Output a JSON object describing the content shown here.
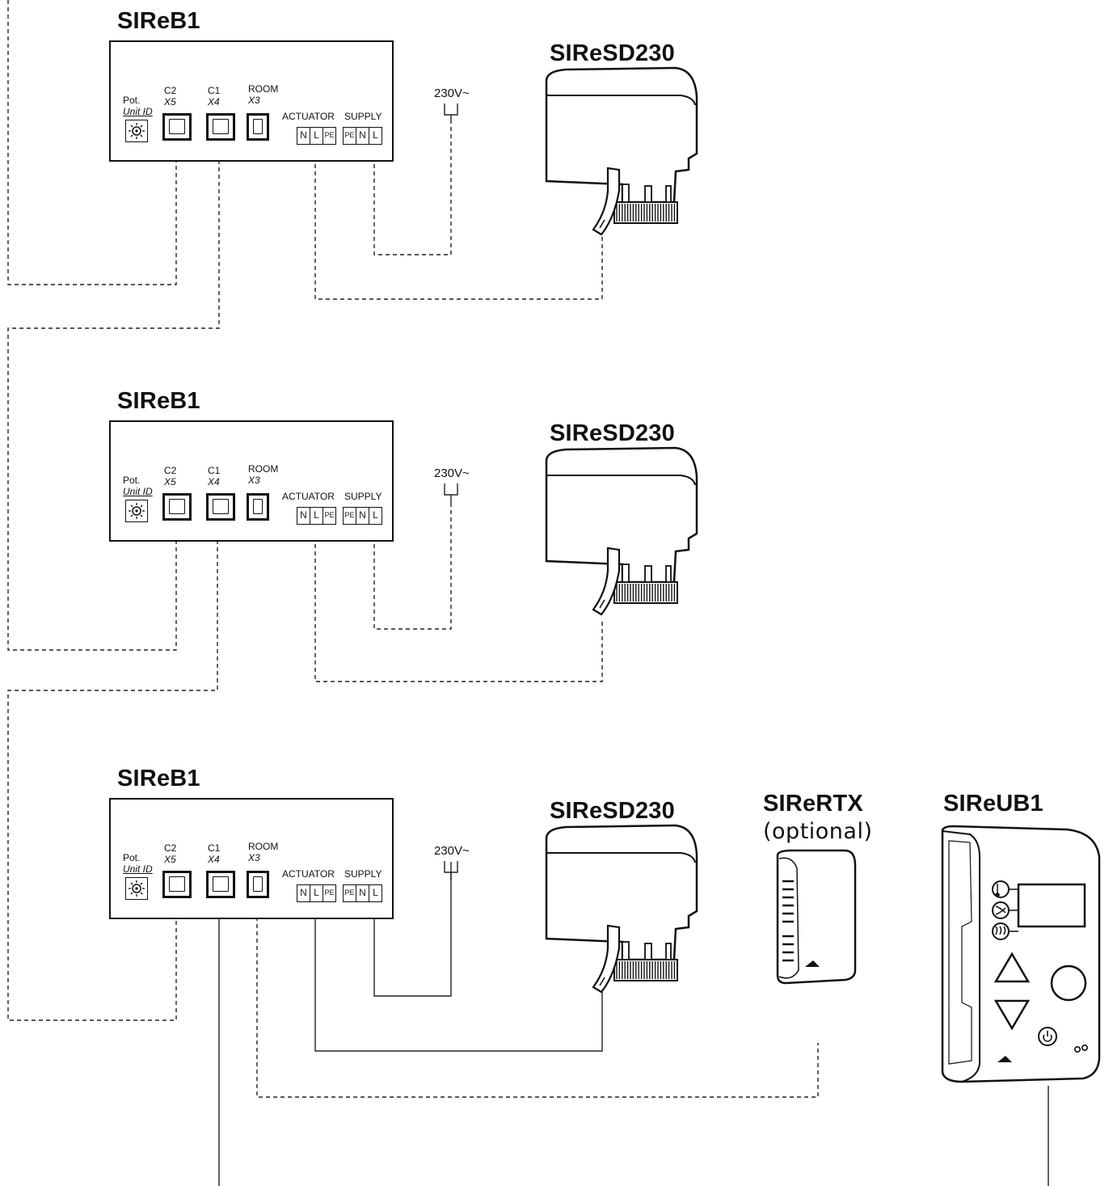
{
  "diagram": {
    "controllers": [
      {
        "title": "SIReB1",
        "pot_label": "Pot.",
        "unit_id_label": "Unit ID",
        "ports": [
          {
            "name": "C2",
            "id": "X5"
          },
          {
            "name": "C1",
            "id": "X4"
          },
          {
            "name": "ROOM",
            "id": "X3"
          }
        ],
        "actuator_label": "ACTUATOR",
        "actuator_terminals": [
          "N",
          "L",
          "PE"
        ],
        "supply_label": "SUPPLY",
        "supply_terminals": [
          "PE",
          "N",
          "L"
        ],
        "voltage_label": "230V~",
        "actuator_title": "SIReSD230",
        "wiring": "dashed"
      },
      {
        "title": "SIReB1",
        "pot_label": "Pot.",
        "unit_id_label": "Unit ID",
        "ports": [
          {
            "name": "C2",
            "id": "X5"
          },
          {
            "name": "C1",
            "id": "X4"
          },
          {
            "name": "ROOM",
            "id": "X3"
          }
        ],
        "actuator_label": "ACTUATOR",
        "actuator_terminals": [
          "N",
          "L",
          "PE"
        ],
        "supply_label": "SUPPLY",
        "supply_terminals": [
          "PE",
          "N",
          "L"
        ],
        "voltage_label": "230V~",
        "actuator_title": "SIReSD230",
        "wiring": "dashed"
      },
      {
        "title": "SIReB1",
        "pot_label": "Pot.",
        "unit_id_label": "Unit ID",
        "ports": [
          {
            "name": "C2",
            "id": "X5"
          },
          {
            "name": "C1",
            "id": "X4"
          },
          {
            "name": "ROOM",
            "id": "X3"
          }
        ],
        "actuator_label": "ACTUATOR",
        "actuator_terminals": [
          "N",
          "L",
          "PE"
        ],
        "supply_label": "SUPPLY",
        "supply_terminals": [
          "PE",
          "N",
          "L"
        ],
        "voltage_label": "230V~",
        "actuator_title": "SIReSD230",
        "wiring": "solid"
      }
    ],
    "room_sensor": {
      "title": "SIReRTX",
      "subtitle": "(optional)"
    },
    "user_unit": {
      "title": "SIReUB1"
    },
    "icons": [
      "potentiometer-dial-icon",
      "temperature-icon",
      "fan-icon",
      "heating-icon",
      "up-arrow-icon",
      "down-arrow-icon",
      "power-icon"
    ]
  }
}
